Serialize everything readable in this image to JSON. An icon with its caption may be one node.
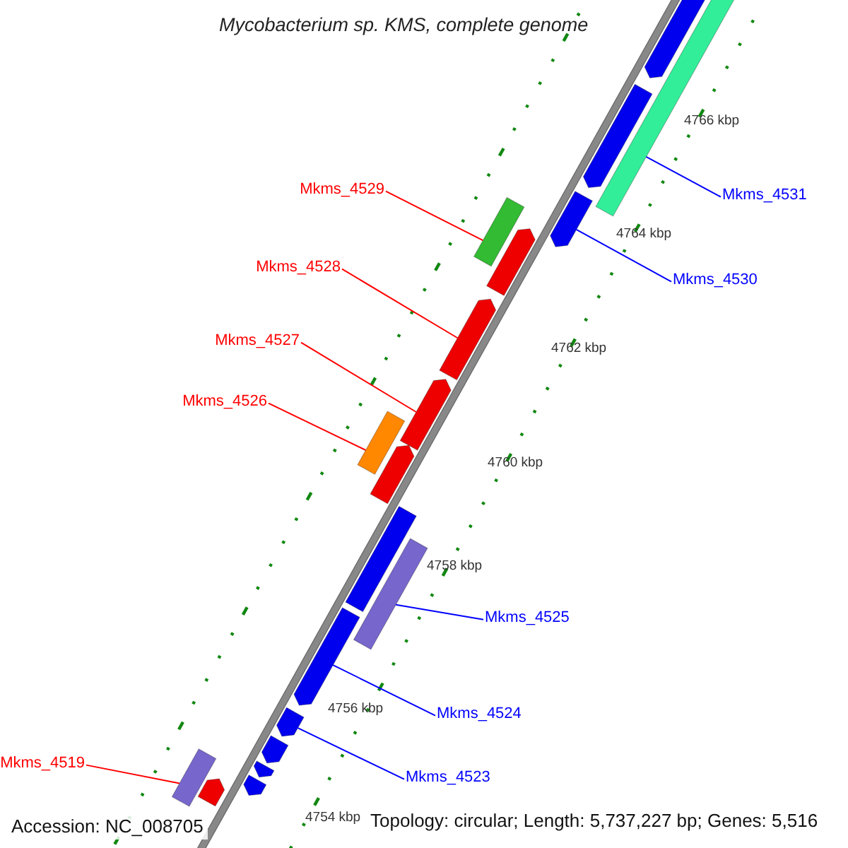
{
  "diagram": {
    "title": "Mycobacterium sp. KMS, complete genome",
    "nodes": [
      {
        "text": [
          "Mkms_4529"
        ]
      },
      {
        "text": [
          "Mkms_4528"
        ]
      },
      {
        "text": [
          "Mkms_4527"
        ]
      },
      {
        "text": [
          "Mkms_4526"
        ]
      },
      {
        "text": [
          "Mkms_4531"
        ]
      },
      {
        "text": [
          "Mkms_4530"
        ]
      },
      {
        "text": [
          "Mkms_4525"
        ]
      },
      {
        "text": [
          "Mkms_4524"
        ]
      },
      {
        "text": [
          "Mkms_4523"
        ]
      },
      {
        "text": [
          "Mkms_4519"
        ]
      },
      {
        "text": [],
        "shape": "bar"
      },
      {
        "text": [],
        "shape": "pentagon"
      },
      {
        "text": [],
        "shape": "pentagon"
      },
      {
        "text": [],
        "shape": "pentagon"
      },
      {
        "text": [],
        "shape": "bar"
      },
      {
        "text": [],
        "shape": "pentagon"
      },
      {
        "text": [],
        "shape": "pentagon"
      },
      {
        "text": [],
        "shape": "pentagon"
      },
      {
        "text": [],
        "shape": "bar"
      },
      {
        "text": [],
        "shape": "pentagon"
      },
      {
        "text": [],
        "shape": "bar"
      },
      {
        "text": [],
        "shape": "bar"
      },
      {
        "text": [],
        "shape": "pentagon"
      },
      {
        "text": [],
        "shape": "pentagon"
      },
      {
        "text": [],
        "shape": "pentagon"
      },
      {
        "text": [],
        "shape": "pentagon"
      },
      {
        "text": [],
        "shape": "pentagon"
      },
      {
        "text": [],
        "shape": "bar"
      },
      {
        "text": [],
        "shape": "pentagon"
      }
    ],
    "edges": [
      {
        "from": 0,
        "to": 14,
        "arrow": "none",
        "color": "#ff0000"
      },
      {
        "from": 1,
        "to": 16,
        "arrow": "none",
        "color": "#ff0000"
      },
      {
        "from": 2,
        "to": 17,
        "arrow": "none",
        "color": "#ff0000"
      },
      {
        "from": 3,
        "to": 18,
        "arrow": "none",
        "color": "#ff0000"
      },
      {
        "from": 4,
        "to": 10,
        "arrow": "none",
        "color": "#0000ff"
      },
      {
        "from": 5,
        "to": 13,
        "arrow": "none",
        "color": "#0000ff"
      },
      {
        "from": 6,
        "to": 21,
        "arrow": "none",
        "color": "#0000ff"
      },
      {
        "from": 7,
        "to": 22,
        "arrow": "none",
        "color": "#0000ff"
      },
      {
        "from": 8,
        "to": 23,
        "arrow": "none",
        "color": "#0000ff"
      },
      {
        "from": 9,
        "to": 27,
        "arrow": "none",
        "color": "#ff0000"
      }
    ],
    "labels": [
      "4766 kbp",
      "4764 kbp",
      "4762 kbp",
      "4760 kbp",
      "4758 kbp",
      "4756 kbp",
      "4754 kbp",
      "Accession: NC_008705",
      "Topology: circular; Length: 5,737,227 bp; Genes: 5,516"
    ]
  }
}
